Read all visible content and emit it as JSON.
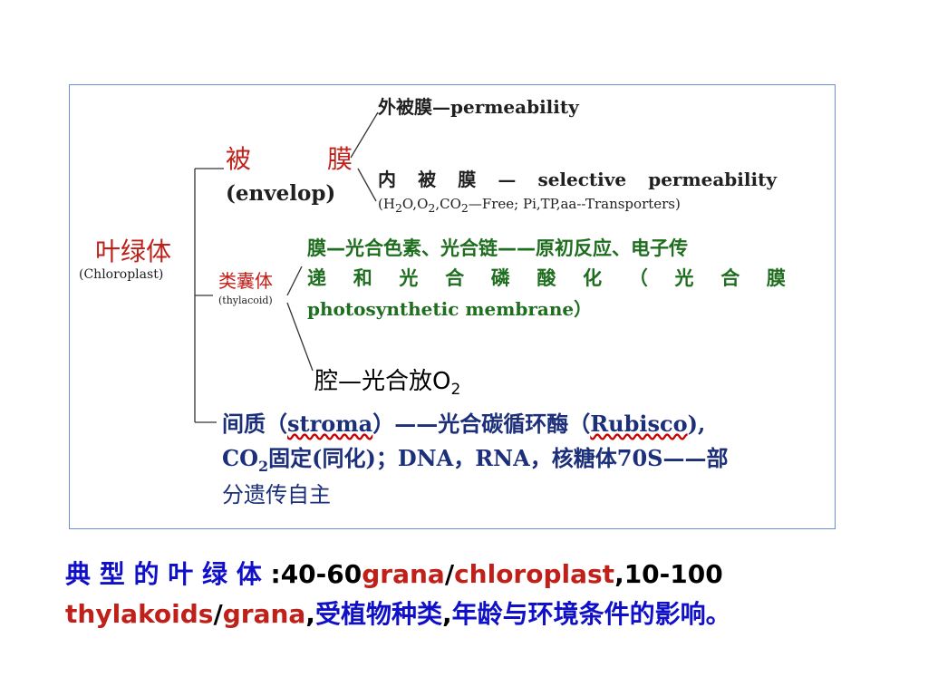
{
  "diagram": {
    "root": {
      "cn": "叶绿体",
      "en": "(Chloroplast)"
    },
    "envelope": {
      "cn": [
        "被",
        "膜"
      ],
      "en": "(envelop)",
      "outer": "外被膜—permeability",
      "inner": [
        "内",
        "被",
        "膜",
        "—",
        "selective",
        "permeability"
      ],
      "inner_note": [
        "(H",
        "2",
        "O,O",
        "2",
        ",CO",
        "2",
        "—Free; Pi,TP,aa--Transporters)"
      ]
    },
    "thylakoid": {
      "cn": "类囊体",
      "en": "(thylacoid)",
      "membrane_line1": "膜—光合色素、光合链——原初反应、电子传",
      "membrane_line2": [
        "递",
        "和",
        "光",
        "合",
        "磷",
        "酸",
        "化",
        "（",
        "光",
        "合",
        "膜"
      ],
      "membrane_line3": "photosynthetic membrane）",
      "lumen": [
        "腔—光合放O",
        "2"
      ]
    },
    "stroma": {
      "line1": [
        "间质（",
        "stroma",
        "）",
        "——光合碳循环酶（",
        "Rubisco",
        "),"
      ],
      "line2": [
        "CO",
        "2",
        "固定(同化)；DNA，RNA，核糖体70S——部"
      ],
      "line3": "分遗传自主"
    }
  },
  "caption": {
    "p1": "典 型 的 叶 绿 体 ",
    "p2": ":40-60",
    "p3": "grana",
    "p4": "/",
    "p5": "chloroplast",
    "p6": ",10-100",
    "p7": "thylakoids",
    "p8": "/",
    "p9": "grana",
    "p10": ",",
    "p11": "受植物种类",
    "p12": ",",
    "p13": "年龄与环境条件的影响。"
  }
}
